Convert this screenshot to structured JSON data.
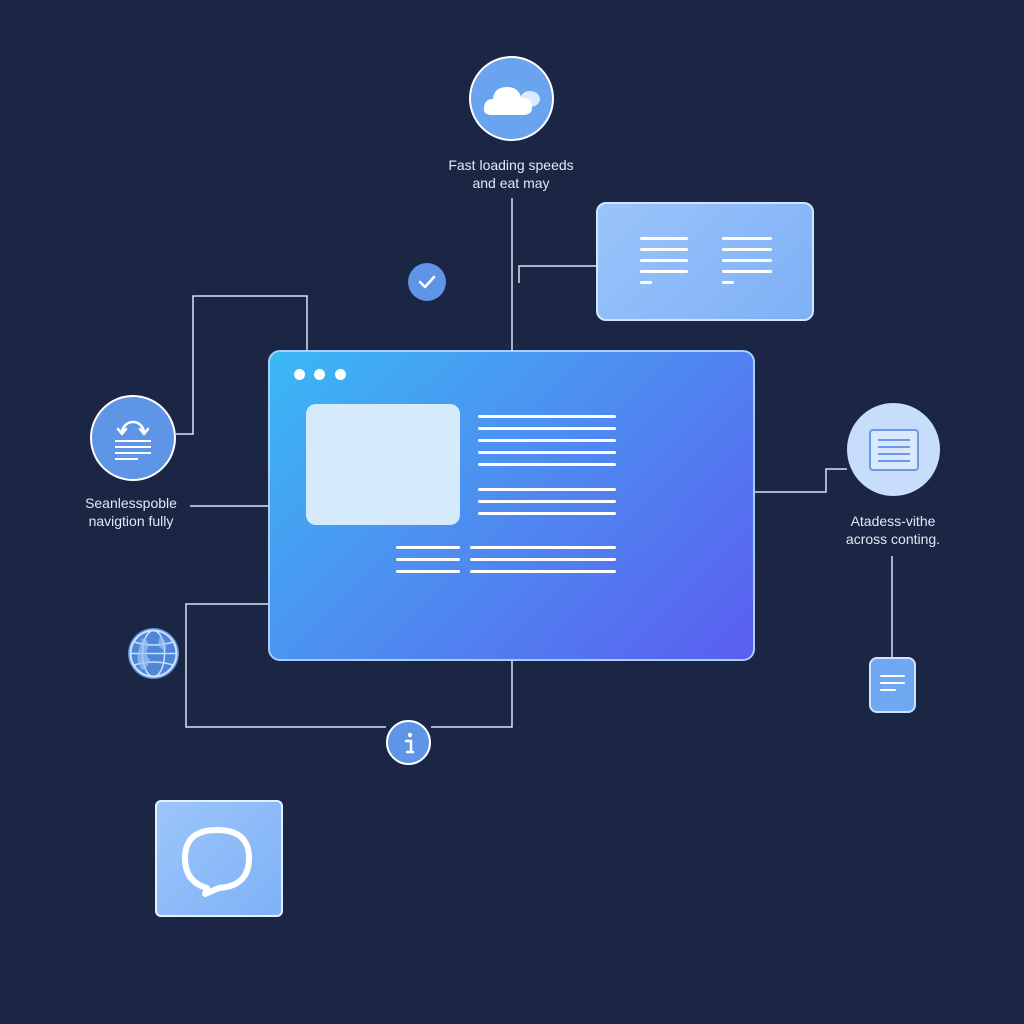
{
  "captions": {
    "top": {
      "line1": "Fast loading speeds",
      "line2": "and eat may"
    },
    "left": {
      "line1": "Seanlesspoble",
      "line2": "navigtion fully"
    },
    "right": {
      "line1": "Atadess-vithe",
      "line2": "across conting."
    }
  },
  "icons": {
    "top_node": "cloud-icon",
    "check_node": "check-icon",
    "doc_card": "document-card-icon",
    "nav_node": "refresh-list-icon",
    "right_node": "document-icon",
    "globe_node": "globe-icon",
    "info_node": "info-icon",
    "small_doc_node": "list-icon",
    "chat_tile": "chat-bubble-icon"
  },
  "colors": {
    "background": "#1b2644",
    "accent": "#5f95e6",
    "window_gradient_start": "#3ab8f5",
    "window_gradient_end": "#5a5ef0",
    "connector": "#d6e2f5"
  }
}
